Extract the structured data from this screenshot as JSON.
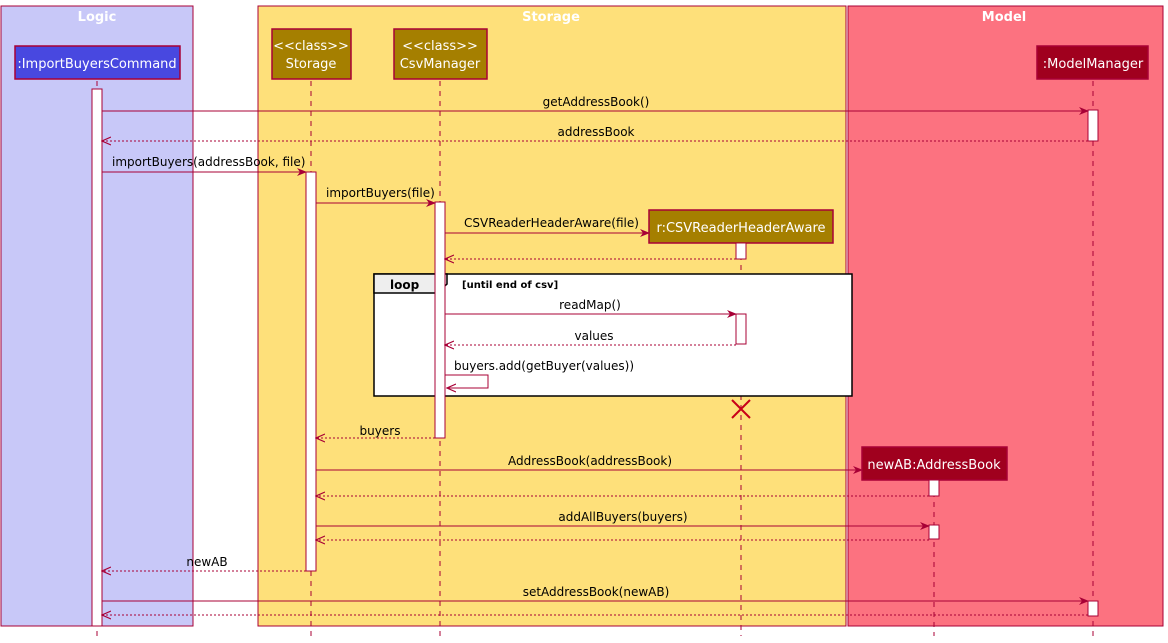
{
  "colors": {
    "logic_box": "#c8c8f8",
    "storage_box": "#fee07a",
    "model_box": "#fc7280",
    "border": "#a80036",
    "arrow": "#a80036",
    "logic_participant": "#4848e0",
    "storage_participant": "#a57f00",
    "model_participant": "#a0001e",
    "activation": "#ffffff",
    "destroy": "#c80018"
  },
  "boxes": [
    {
      "id": "logic",
      "title": "Logic"
    },
    {
      "id": "storage",
      "title": "Storage"
    },
    {
      "id": "model",
      "title": "Model"
    }
  ],
  "participants": [
    {
      "id": "cmd",
      "lines": [
        ":ImportBuyersCommand"
      ]
    },
    {
      "id": "storage",
      "lines": [
        "<<class>>",
        "Storage"
      ]
    },
    {
      "id": "csv",
      "lines": [
        "<<class>>",
        "CsvManager"
      ]
    },
    {
      "id": "reader",
      "lines": [
        "r:CSVReaderHeaderAware"
      ]
    },
    {
      "id": "ab",
      "lines": [
        "newAB:AddressBook"
      ]
    },
    {
      "id": "model",
      "lines": [
        ":ModelManager"
      ]
    }
  ],
  "loop": {
    "keyword": "loop",
    "guard": "[until end of csv]"
  },
  "messages": [
    {
      "id": "m1",
      "label": "getAddressBook()",
      "from": "cmd",
      "to": "model",
      "type": "call"
    },
    {
      "id": "m2",
      "label": "addressBook",
      "from": "model",
      "to": "cmd",
      "type": "return"
    },
    {
      "id": "m3",
      "label": "importBuyers(addressBook, file)",
      "from": "cmd",
      "to": "storage",
      "type": "call"
    },
    {
      "id": "m4",
      "label": "importBuyers(file)",
      "from": "storage",
      "to": "csv",
      "type": "call"
    },
    {
      "id": "m5",
      "label": "CSVReaderHeaderAware(file)",
      "from": "csv",
      "to": "reader",
      "type": "create"
    },
    {
      "id": "m6",
      "label": "",
      "from": "reader",
      "to": "csv",
      "type": "return"
    },
    {
      "id": "m7",
      "label": "readMap()",
      "from": "csv",
      "to": "reader",
      "type": "call"
    },
    {
      "id": "m8",
      "label": "values",
      "from": "reader",
      "to": "csv",
      "type": "return"
    },
    {
      "id": "m9",
      "label": "buyers.add(getBuyer(values))",
      "from": "csv",
      "to": "csv",
      "type": "self"
    },
    {
      "id": "m10",
      "label": "buyers",
      "from": "csv",
      "to": "storage",
      "type": "return"
    },
    {
      "id": "m11",
      "label": "AddressBook(addressBook)",
      "from": "storage",
      "to": "ab",
      "type": "create"
    },
    {
      "id": "m12",
      "label": "",
      "from": "ab",
      "to": "storage",
      "type": "return"
    },
    {
      "id": "m13",
      "label": "addAllBuyers(buyers)",
      "from": "storage",
      "to": "ab",
      "type": "call"
    },
    {
      "id": "m14",
      "label": "",
      "from": "ab",
      "to": "storage",
      "type": "return"
    },
    {
      "id": "m15",
      "label": "newAB",
      "from": "storage",
      "to": "cmd",
      "type": "return"
    },
    {
      "id": "m16",
      "label": "setAddressBook(newAB)",
      "from": "cmd",
      "to": "model",
      "type": "call"
    },
    {
      "id": "m17",
      "label": "",
      "from": "model",
      "to": "cmd",
      "type": "return"
    }
  ]
}
